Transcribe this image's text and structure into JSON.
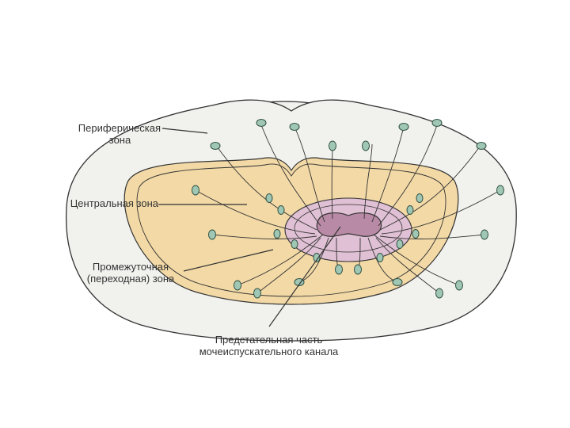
{
  "labels": {
    "peripheral": [
      "Периферическая",
      "зона"
    ],
    "central": "Центральная зона",
    "transitional": [
      "Промежуточная",
      "(переходная) зона"
    ],
    "urethra": [
      "Предстательная часть",
      "мочеиспускательного канала"
    ]
  },
  "colors": {
    "peripheral_fill": "#f1f2ee",
    "central_fill": "#f2d9a6",
    "transitional_fill": "#dfc0d4",
    "urethra_fill": "#b98aa5",
    "gland_fill": "#9fc7b4",
    "gland_stroke": "#2f4f42",
    "line": "#333333"
  }
}
